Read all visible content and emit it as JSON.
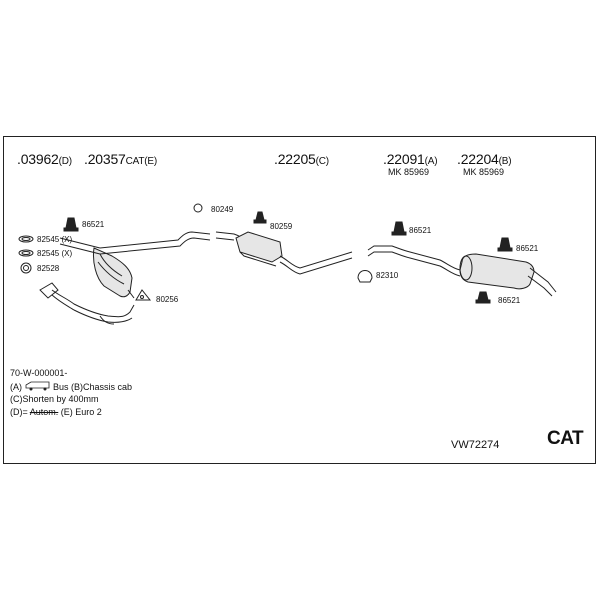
{
  "parts": {
    "p1": {
      "num": ".03962",
      "suffix": "(D)"
    },
    "p2": {
      "num": ".20357",
      "suffix": "CAT(E)"
    },
    "p3": {
      "num": ".22205",
      "suffix": "(C)"
    },
    "p4": {
      "num": ".22091",
      "suffix": "(A)",
      "mk": "MK 85969"
    },
    "p5": {
      "num": ".22204",
      "suffix": "(B)",
      "mk": "MK 85969"
    }
  },
  "labels": {
    "l86521a": "86521",
    "l82545a": "82545 (X)",
    "l82545b": "82545 (X)",
    "l82528": "82528",
    "l80256": "80256",
    "l80249": "80249",
    "l80259": "80259",
    "l82310": "82310",
    "l86521b": "86521",
    "l86521c": "86521",
    "l86521d": "86521"
  },
  "legend": {
    "code": "70-W-000001-",
    "line_a_prefix": "(A)",
    "line_a_text": "Bus (B)Chassis cab",
    "line_c": "(C)Shorten by 400mm",
    "line_d_prefix": "(D)=",
    "line_d_strike": "Autom.",
    "line_d_text": "(E) Euro 2"
  },
  "ref": "VW72274",
  "cat": "CAT"
}
